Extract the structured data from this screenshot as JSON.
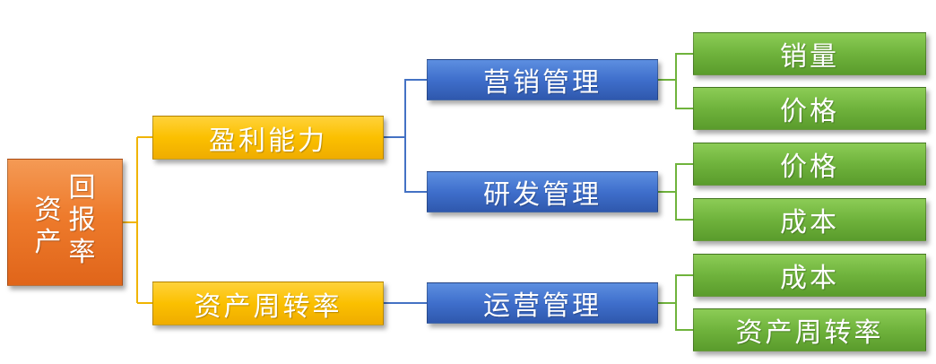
{
  "root": {
    "col_left": [
      "资",
      "产"
    ],
    "col_right": [
      "回",
      "报",
      "率"
    ]
  },
  "level1": {
    "profitability": "盈利能力",
    "asset_turnover": "资产周转率"
  },
  "level2": {
    "marketing": "营销管理",
    "rnd": "研发管理",
    "operations": "运营管理"
  },
  "level3": {
    "sales_volume": "销量",
    "price_marketing": "价格",
    "price_rnd": "价格",
    "cost_rnd": "成本",
    "cost_ops": "成本",
    "asset_turnover_ops": "资产周转率"
  },
  "colors": {
    "root": "#ee7b2c",
    "level1": "#fbc000",
    "level2": "#3f6fcc",
    "level3": "#6fb33c",
    "line_root": "#f0b400",
    "line_blue": "#4472c4",
    "line_green": "#6fb33c"
  }
}
